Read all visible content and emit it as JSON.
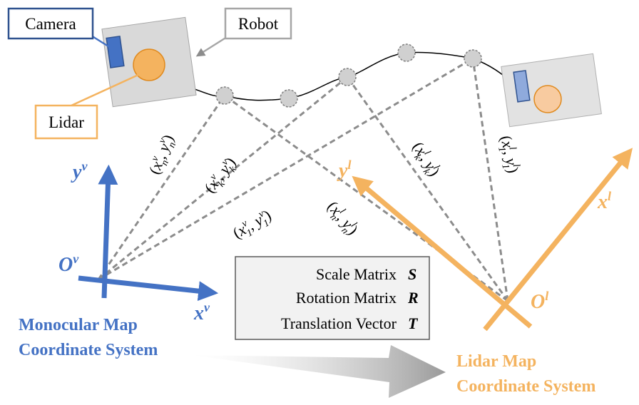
{
  "labels": {
    "camera": "Camera",
    "robot": "Robot",
    "lidar": "Lidar"
  },
  "axes": {
    "mono_y": {
      "base": "y",
      "sup": "v"
    },
    "mono_x": {
      "base": "x",
      "sup": "v"
    },
    "mono_origin": {
      "base": "O",
      "sup": "v"
    },
    "lidar_y": {
      "base": "y",
      "sup": "l"
    },
    "lidar_x": {
      "base": "x",
      "sup": "l"
    },
    "lidar_origin": {
      "base": "O",
      "sup": "l"
    }
  },
  "point_labels": {
    "vn": {
      "open": "(",
      "a": "x",
      "asub": "n",
      "asup": "v",
      "sep": ", ",
      "b": "y",
      "bsub": "n",
      "bsup": "v",
      "close": ")"
    },
    "vk": {
      "open": "(",
      "a": "x",
      "asub": "k",
      "asup": "v",
      "sep": ", ",
      "b": "y",
      "bsub": "k",
      "bsup": "v",
      "close": ")"
    },
    "v1": {
      "open": "(",
      "a": "x",
      "asub": "1",
      "asup": "v",
      "sep": ", ",
      "b": "y",
      "bsub": "1",
      "bsup": "v",
      "close": ")"
    },
    "ln": {
      "open": "(",
      "a": "x",
      "asub": "n",
      "asup": "l",
      "sep": ", ",
      "b": "y",
      "bsub": "n",
      "bsup": "l",
      "close": ")"
    },
    "lk": {
      "open": "(",
      "a": "x",
      "asub": "k",
      "asup": "l",
      "sep": ", ",
      "b": "y",
      "bsub": "k",
      "bsup": "l",
      "close": ")"
    },
    "l1": {
      "open": "(",
      "a": "x",
      "asub": "1",
      "asup": "l",
      "sep": ", ",
      "b": "y",
      "bsub": "1",
      "bsup": "l",
      "close": ")"
    }
  },
  "transform_box": {
    "rows": [
      {
        "label": "Scale Matrix",
        "symbol": "S"
      },
      {
        "label": "Rotation Matrix",
        "symbol": "R"
      },
      {
        "label": "Translation Vector",
        "symbol": "T"
      }
    ]
  },
  "systems": {
    "monocular_line1": "Monocular Map",
    "monocular_line2": "Coordinate System",
    "lidar_line1": "Lidar Map",
    "lidar_line2": "Coordinate System"
  },
  "colors": {
    "blue": "#4472c4",
    "orange": "#f4b35f",
    "gray": "#8c8c8c",
    "robot_fill": "#d9d9d9"
  }
}
